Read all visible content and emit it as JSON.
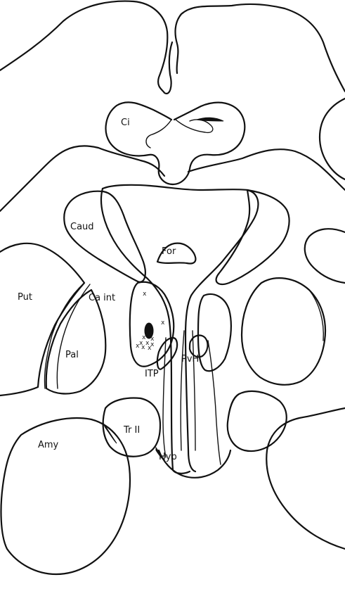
{
  "labels": {
    "ci": "Ci",
    "caud": "Caud",
    "for": "For",
    "put": "Put",
    "ca_int": "Ca int",
    "pal": "Pal",
    "itp": "ITP",
    "pvh": "PvH",
    "tr_ii": "Tr II",
    "amy": "Amy",
    "hyp": "Hyp"
  },
  "markers": {
    "symbol": "x",
    "count": 10
  }
}
